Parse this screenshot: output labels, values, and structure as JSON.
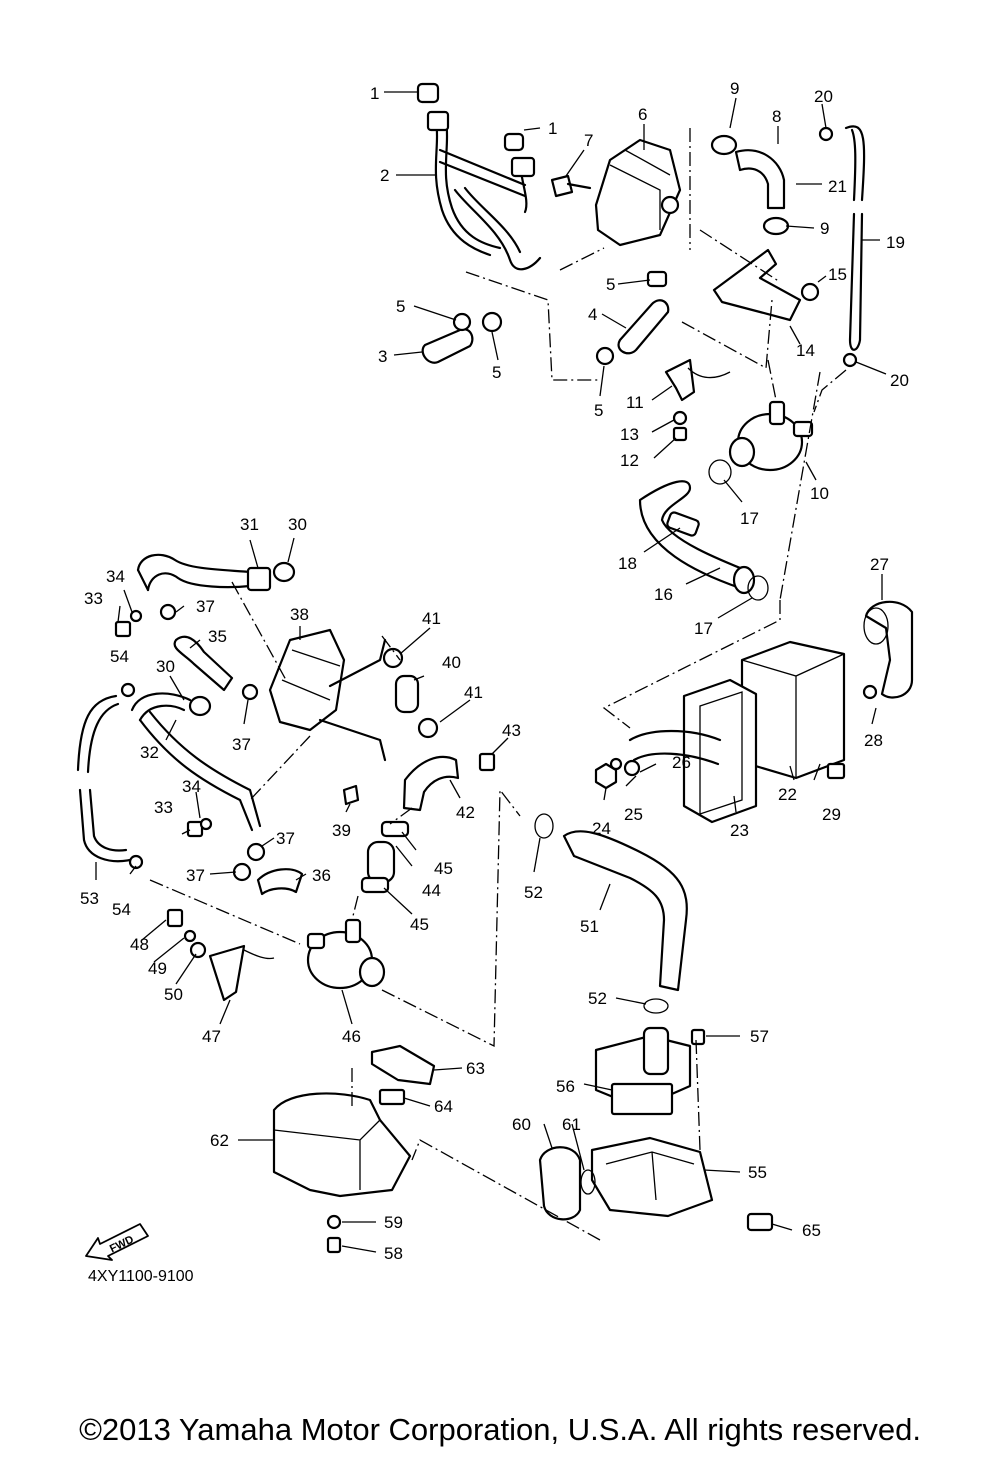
{
  "drawing_code": "4XY1100-9100",
  "copyright": "©2013 Yamaha Motor Corporation, U.S.A. All rights reserved.",
  "fwd_label": "FWD",
  "callouts": {
    "c1a": "1",
    "c1b": "1",
    "c2": "2",
    "c3": "3",
    "c4": "4",
    "c5a": "5",
    "c5b": "5",
    "c5c": "5",
    "c5d": "5",
    "c6": "6",
    "c7": "7",
    "c8": "8",
    "c9a": "9",
    "c9b": "9",
    "c10": "10",
    "c11": "11",
    "c12": "12",
    "c13": "13",
    "c14": "14",
    "c15": "15",
    "c16": "16",
    "c17a": "17",
    "c17b": "17",
    "c18": "18",
    "c19": "19",
    "c20a": "20",
    "c20b": "20",
    "c21": "21",
    "c22": "22",
    "c23": "23",
    "c24": "24",
    "c25": "25",
    "c26": "26",
    "c27": "27",
    "c28": "28",
    "c29": "29",
    "c30a": "30",
    "c30b": "30",
    "c31": "31",
    "c32": "32",
    "c33a": "33",
    "c33b": "33",
    "c34a": "34",
    "c34b": "34",
    "c35": "35",
    "c36": "36",
    "c37a": "37",
    "c37b": "37",
    "c37c": "37",
    "c37d": "37",
    "c38": "38",
    "c39": "39",
    "c40": "40",
    "c41a": "41",
    "c41b": "41",
    "c42": "42",
    "c43": "43",
    "c44": "44",
    "c45a": "45",
    "c45b": "45",
    "c46": "46",
    "c47": "47",
    "c48": "48",
    "c49": "49",
    "c50": "50",
    "c51": "51",
    "c52a": "52",
    "c52b": "52",
    "c53": "53",
    "c54a": "54",
    "c54b": "54",
    "c55": "55",
    "c56": "56",
    "c57": "57",
    "c58": "58",
    "c59": "59",
    "c60": "60",
    "c61": "61",
    "c62": "62",
    "c63": "63",
    "c64": "64",
    "c65": "65"
  }
}
